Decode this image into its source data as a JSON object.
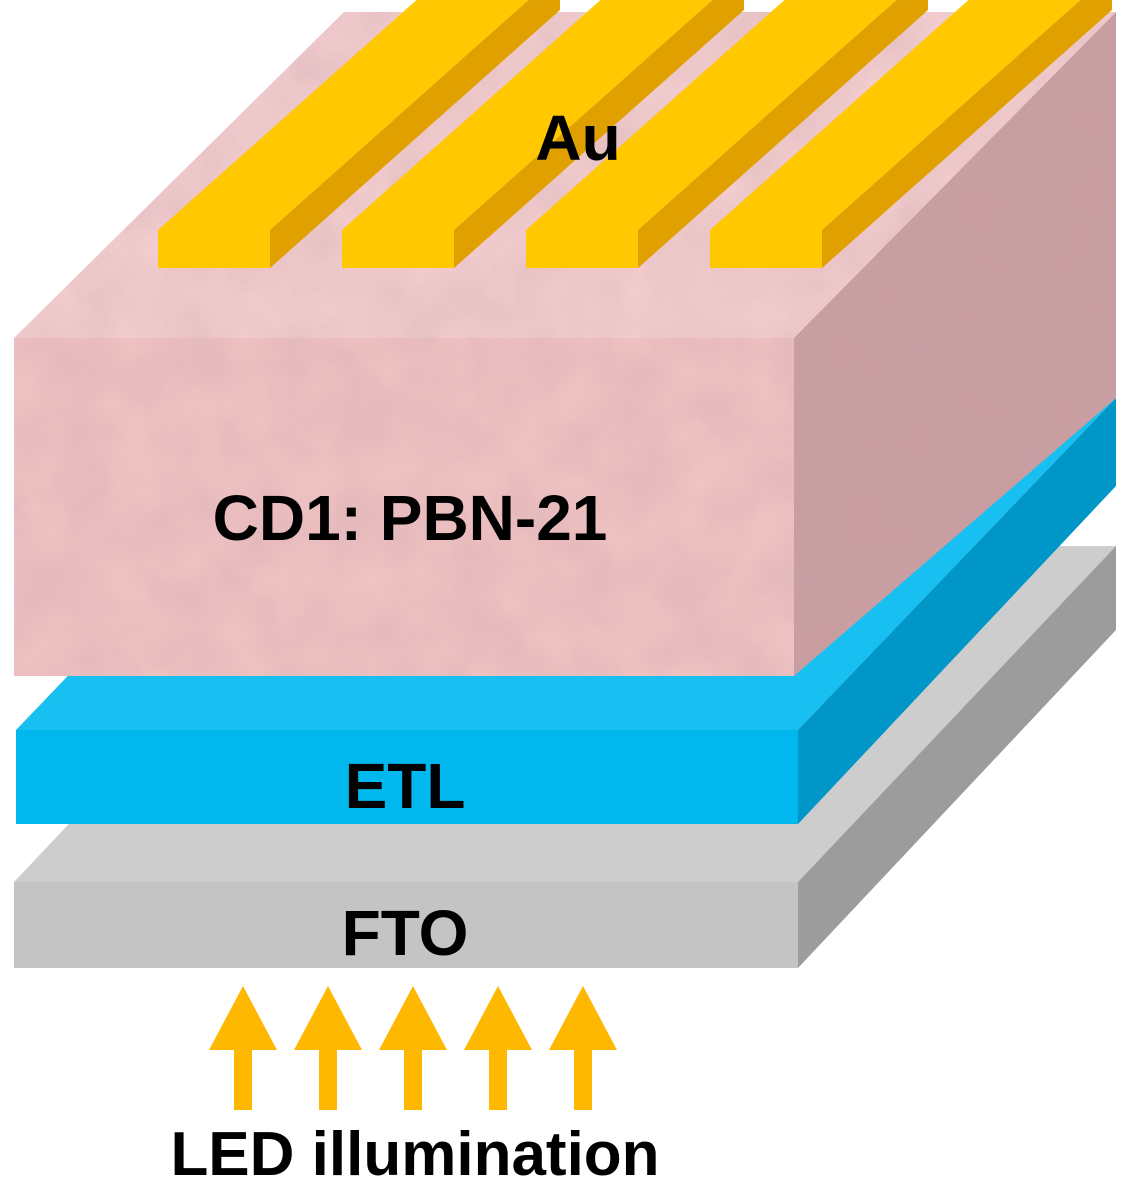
{
  "labels": {
    "au": "Au",
    "cd1": "CD1: PBN-21",
    "etl": "ETL",
    "fto": "FTO",
    "led": "LED illumination"
  },
  "colors": {
    "cd1_front": "#f2c4c4",
    "cd1_top": "#f5cfd0",
    "cd1_side": "#c99ea1",
    "etl_front": "#00b7ee",
    "etl_top": "#17c0f0",
    "etl_side": "#0097c8",
    "fto_front": "#c4c4c4",
    "fto_top": "#cdcdcd",
    "fto_side": "#9c9c9c",
    "au_top": "#ffc800",
    "au_side": "#e0a000",
    "arrow": "#ffb800"
  },
  "electrode_count": 4,
  "arrow_count": 5
}
